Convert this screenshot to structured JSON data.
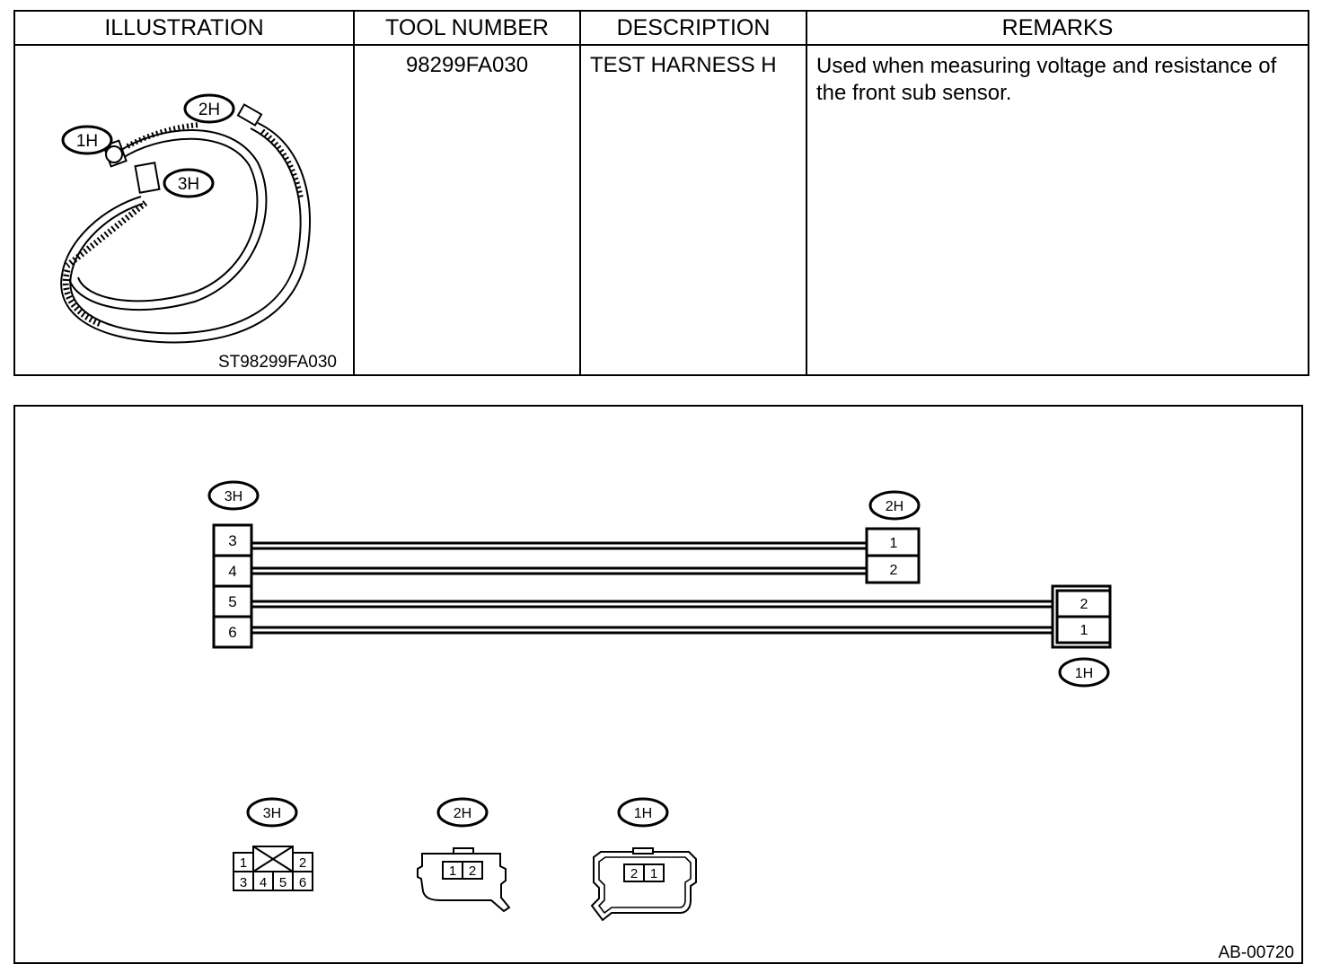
{
  "table": {
    "headers": [
      "ILLUSTRATION",
      "TOOL NUMBER",
      "DESCRIPTION",
      "REMARKS"
    ],
    "row": {
      "tool_number": "98299FA030",
      "description": "TEST HARNESS H",
      "remarks": "Used when measuring voltage and resistance of the front sub sensor.",
      "illustration_code": "ST98299FA030",
      "connector_labels": [
        "1H",
        "2H",
        "3H"
      ]
    }
  },
  "wiring": {
    "connector_3h": {
      "label": "3H",
      "pins": [
        "3",
        "4",
        "5",
        "6"
      ]
    },
    "connector_2h": {
      "label": "2H",
      "pins": [
        "1",
        "2"
      ]
    },
    "connector_1h": {
      "label": "1H",
      "pins": [
        "2",
        "1"
      ]
    },
    "faces": {
      "face_3h": {
        "label": "3H",
        "top_pins": [
          "1",
          "2"
        ],
        "bottom_pins": [
          "3",
          "4",
          "5",
          "6"
        ]
      },
      "face_2h": {
        "label": "2H",
        "pins": [
          "1",
          "2"
        ]
      },
      "face_1h": {
        "label": "1H",
        "pins": [
          "2",
          "1"
        ]
      }
    },
    "figure_code": "AB-00720"
  }
}
